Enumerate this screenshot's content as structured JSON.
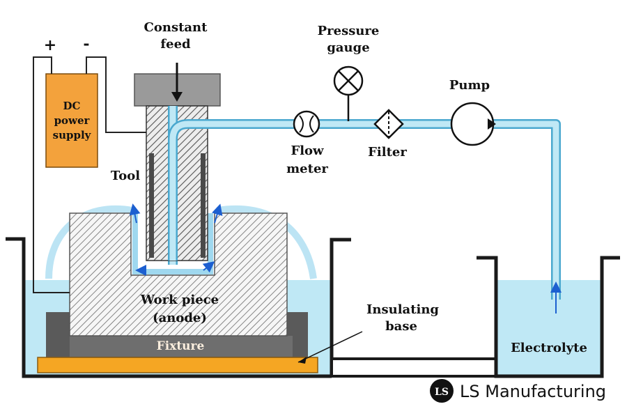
{
  "labels": {
    "constant_feed_1": "Constant",
    "constant_feed_2": "feed",
    "pressure_gauge_1": "Pressure",
    "pressure_gauge_2": "gauge",
    "pump": "Pump",
    "plus": "+",
    "minus": "-",
    "dc_1": "DC",
    "dc_2": "power",
    "dc_3": "supply",
    "tool": "Tool",
    "flow_1": "Flow",
    "flow_2": "meter",
    "filter": "Filter",
    "workpiece_1": "Work piece",
    "workpiece_2": "(anode)",
    "fixture": "Fixture",
    "insulating_1": "Insulating",
    "insulating_2": "base",
    "electrolyte": "Electrolyte"
  },
  "brand": {
    "name": "LS Manufacturing",
    "logo_letters": "LS"
  },
  "colors": {
    "electrolyte": "#bfe8f5",
    "pipe": "#a9ddf0",
    "pipe_edge": "#4aa8cf",
    "dc_supply": "#f3a23c",
    "insulating_base": "#f5a623",
    "fixture": "#5a5a5a",
    "feed_block": "#9a9a9a",
    "flow_arrow": "#1c5fd0"
  }
}
